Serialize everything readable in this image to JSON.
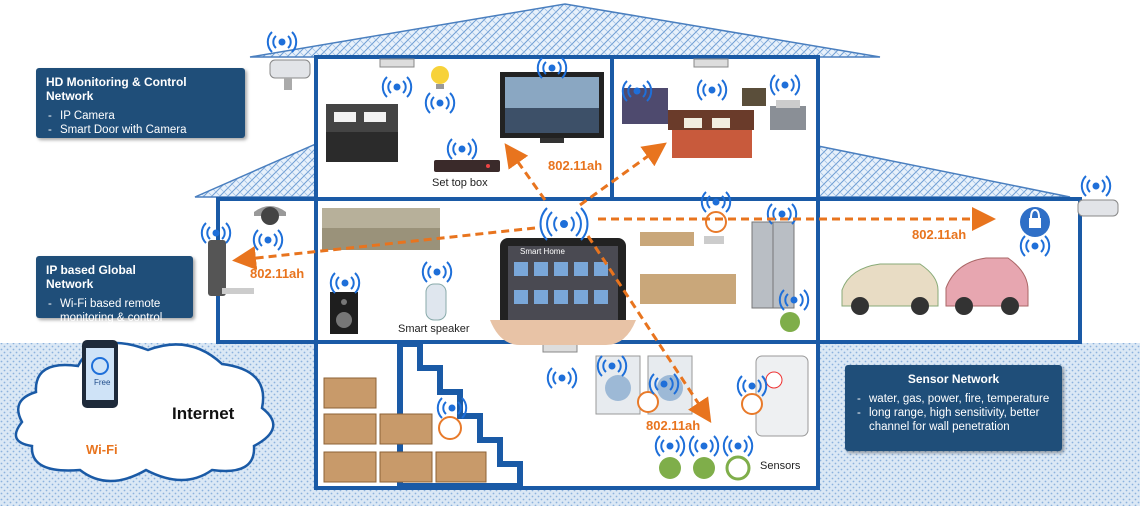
{
  "boxes": {
    "hd": {
      "title": "HD Monitoring & Control Network",
      "items": [
        "IP Camera",
        "Smart Door with Camera"
      ]
    },
    "global": {
      "title": "IP based Global Network",
      "items": [
        "Wi-Fi based remote monitoring & control"
      ]
    },
    "sensor": {
      "title": "Sensor Network",
      "items": [
        "water, gas, power, fire, temperature",
        "long range, high sensitivity,  better channel for wall penetration"
      ]
    }
  },
  "labels": {
    "protocol": "802.11ah",
    "set_top_box": "Set top box",
    "smart_speaker": "Smart speaker",
    "smart_home": "Smart Home",
    "sensors": "Sensors",
    "internet": "Internet",
    "wifi": "Wi-Fi",
    "phone_app": "Free"
  },
  "colors": {
    "wall": "#1a5aa6",
    "arrow": "#e8741e",
    "box": "#1f4e79",
    "wifi": "#1e6fd9",
    "roof": "#7fa8d6"
  }
}
